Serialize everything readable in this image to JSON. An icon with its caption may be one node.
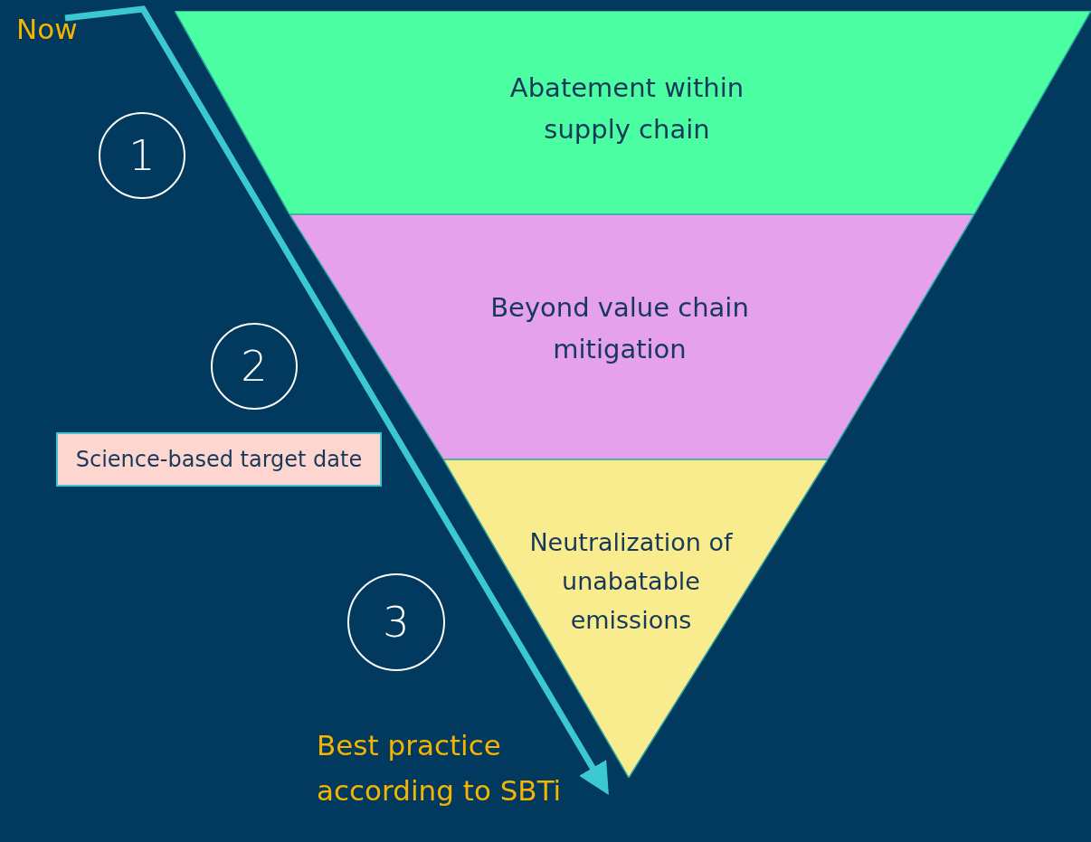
{
  "diagram": {
    "nodes": [
      {
        "text": [
          "Now"
        ]
      },
      {
        "text": [
          "Abatement within supply chain"
        ]
      },
      {
        "text": [
          "1"
        ]
      },
      {
        "text": [
          "Beyond value chain mitigation"
        ]
      },
      {
        "text": [
          "2"
        ]
      },
      {
        "text": [
          "Science-based target date"
        ]
      },
      {
        "text": [
          "Neutralization of unabatable emissions"
        ]
      },
      {
        "text": [
          "3"
        ]
      },
      {
        "text": [
          "Best practice according to SBTi"
        ]
      }
    ],
    "edges": [
      {
        "from": 0,
        "to": 8,
        "arrow": "to"
      }
    ]
  }
}
